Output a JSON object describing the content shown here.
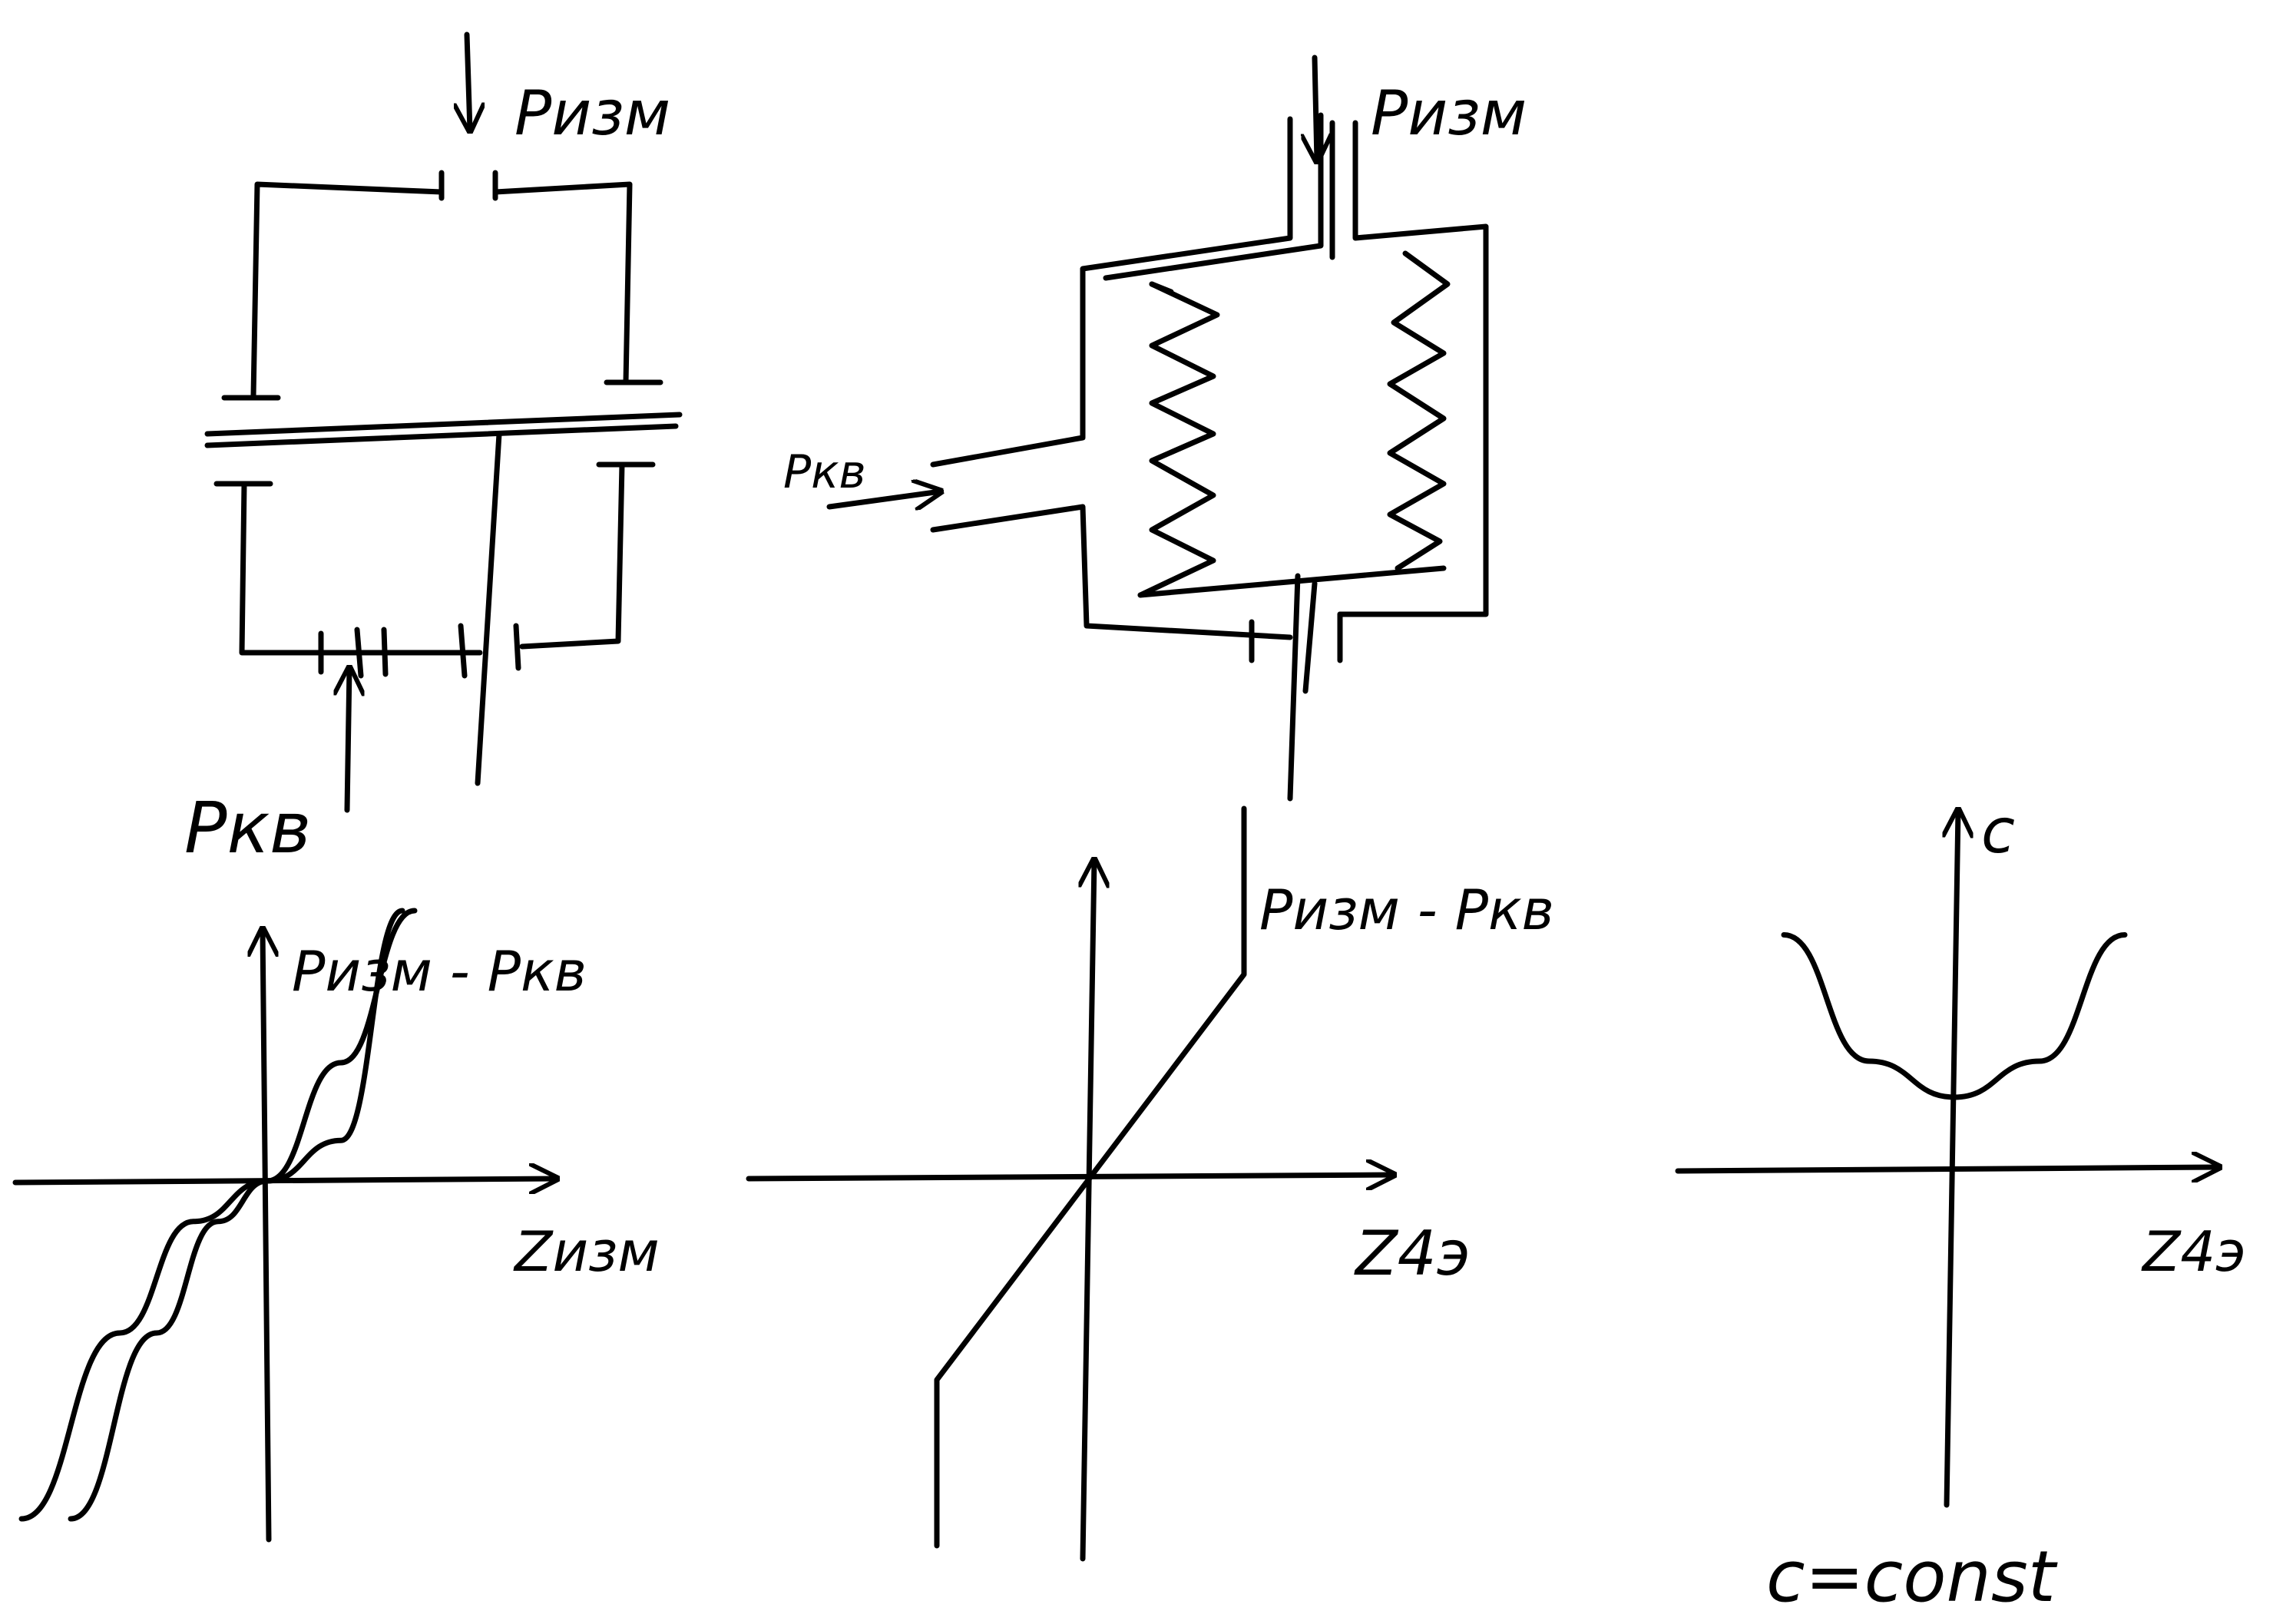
{
  "colors": {
    "ink": "#000000",
    "paper": "#ffffff"
  },
  "diagram_a": {
    "label_top": "Pизм",
    "label_bottom": "Pкв"
  },
  "diagram_b": {
    "label_top": "Pизм",
    "label_left": "Pкв"
  },
  "chart_data": [
    {
      "type": "line",
      "ylabel": "Pизм - Pкв",
      "xlabel": "Zизм",
      "series": [
        {
          "x": [
            -1.0,
            -0.6,
            -0.3,
            0,
            0.3,
            0.6
          ],
          "y": [
            -1.0,
            -0.45,
            -0.12,
            0,
            0.35,
            0.8
          ]
        },
        {
          "x": [
            -0.8,
            -0.45,
            -0.2,
            0,
            0.3,
            0.55
          ],
          "y": [
            -1.0,
            -0.45,
            -0.12,
            0,
            0.12,
            0.8
          ]
        }
      ]
    },
    {
      "type": "line",
      "ylabel": "Pизм - Pкв",
      "xlabel": "Z4э",
      "series": [
        {
          "x": [
            -0.5,
            -0.5,
            0,
            0.5,
            0.5
          ],
          "y": [
            -1.0,
            -0.55,
            0,
            0.55,
            1.0
          ]
        }
      ]
    },
    {
      "type": "line",
      "ylabel": "c",
      "xlabel": "Z4э",
      "annotation": "c=const",
      "series": [
        {
          "x": [
            -0.6,
            -0.3,
            0,
            0.3,
            0.6
          ],
          "y": [
            0.65,
            0.3,
            0.2,
            0.3,
            0.65
          ]
        }
      ]
    }
  ]
}
